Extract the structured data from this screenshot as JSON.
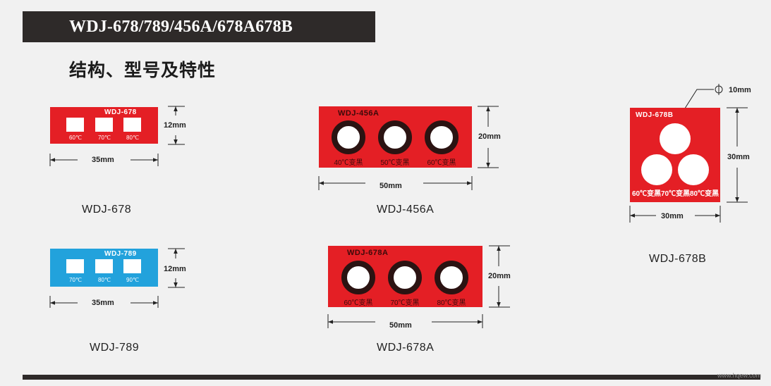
{
  "header": {
    "title": "WDJ-678/789/456A/678A678B"
  },
  "subtitle": "结构、型号及特性",
  "watermark": "www.hqew.com",
  "products": {
    "wdj678": {
      "model": "WDJ-678",
      "temps": [
        "60℃",
        "70℃",
        "80℃"
      ],
      "height": "12mm",
      "width": "35mm",
      "name": "WDJ-678"
    },
    "wdj789": {
      "model": "WDJ-789",
      "temps": [
        "70℃",
        "80℃",
        "90℃"
      ],
      "height": "12mm",
      "width": "35mm",
      "name": "WDJ-789"
    },
    "wdj456a": {
      "model": "WDJ-456A",
      "temps": [
        "40℃变黑",
        "50℃变黑",
        "60℃变黑"
      ],
      "height": "20mm",
      "width": "50mm",
      "name": "WDJ-456A"
    },
    "wdj678a": {
      "model": "WDJ-678A",
      "temps": [
        "60℃变黑",
        "70℃变黑",
        "80℃变黑"
      ],
      "height": "20mm",
      "width": "50mm",
      "name": "WDJ-678A"
    },
    "wdj678b": {
      "model": "WDJ-678B",
      "temps": [
        "60℃变黑",
        "70℃变黑",
        "80℃变黑"
      ],
      "height": "30mm",
      "width": "30mm",
      "diameter": "10mm",
      "name": "WDJ-678B"
    }
  },
  "colors": {
    "red": "#e41f25",
    "blue": "#22a2dc",
    "dark": "#2e2a29"
  }
}
